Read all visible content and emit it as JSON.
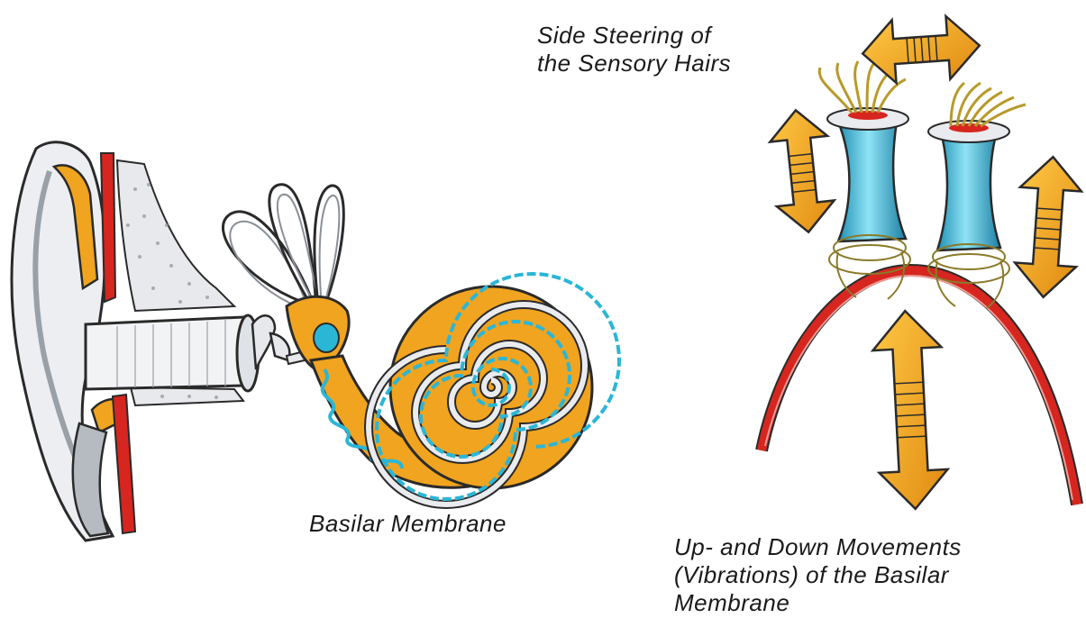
{
  "labels": {
    "side_steering": [
      "Side Steering of",
      "the Sensory Hairs"
    ],
    "basilar": "Basilar Membrane",
    "up_down": [
      "Up- and Down Movements",
      "(Vibrations) of the Basilar",
      "Membrane"
    ]
  },
  "colors": {
    "orange": "#f0a41f",
    "orange_dark": "#c77a0c",
    "cyan": "#2bb6d6",
    "red": "#d6261f",
    "grey": "#cfd3d8",
    "outline": "#2a2a2a"
  }
}
